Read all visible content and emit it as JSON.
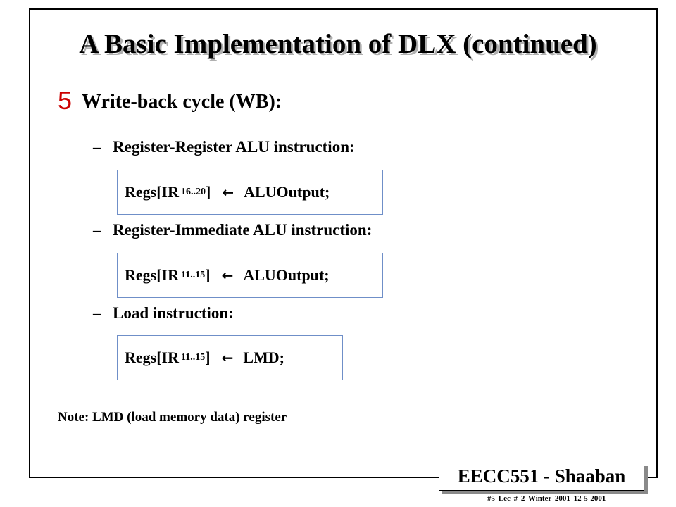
{
  "slide": {
    "title": "A Basic Implementation of DLX (continued)",
    "step": {
      "number": "5",
      "label": "Write-back cycle  (WB):"
    },
    "items": [
      {
        "dash": "–",
        "heading": "Register-Register ALU instruction:",
        "formula": {
          "dest": "Regs[IR",
          "sub": "16..20",
          "close": "]",
          "arrow": "←",
          "src": "ALUOutput;"
        }
      },
      {
        "dash": "–",
        "heading": "Register-Immediate ALU instruction:",
        "formula": {
          "dest": "Regs[IR",
          "sub": "11..15",
          "close": "]",
          "arrow": "←",
          "src": "ALUOutput;"
        }
      },
      {
        "dash": "–",
        "heading": "Load  instruction:",
        "formula": {
          "dest": "Regs[IR",
          "sub": "11..15",
          "close": "]",
          "arrow": "←",
          "src": "LMD;"
        }
      }
    ],
    "note": "Note:  LMD (load memory data)  register",
    "badge": "EECC551 - Shaaban",
    "footer": "#5   Lec # 2   Winter 2001   12-5-2001"
  },
  "colors": {
    "step_number": "#cc0000",
    "box_border": "#6f8fc8",
    "title_shadow": "#b0b0b0",
    "badge_shadow": "#8a8a8a"
  }
}
